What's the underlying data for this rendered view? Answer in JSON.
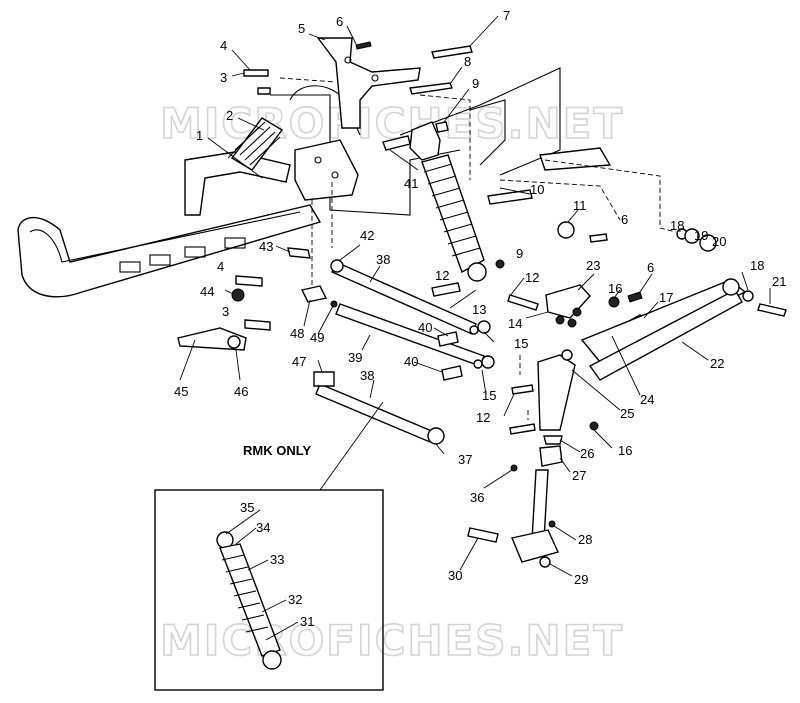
{
  "watermark": {
    "top": "MICROFICHES.NET",
    "bottom": "MICROFICHES.NET"
  },
  "inset": {
    "label": "RMK ONLY"
  },
  "callouts": [
    {
      "id": "c1",
      "text": "1"
    },
    {
      "id": "c2",
      "text": "2"
    },
    {
      "id": "c3a",
      "text": "3"
    },
    {
      "id": "c3b",
      "text": "3"
    },
    {
      "id": "c4a",
      "text": "4"
    },
    {
      "id": "c4b",
      "text": "4"
    },
    {
      "id": "c5",
      "text": "5"
    },
    {
      "id": "c6a",
      "text": "6"
    },
    {
      "id": "c6b",
      "text": "6"
    },
    {
      "id": "c6c",
      "text": "6"
    },
    {
      "id": "c7",
      "text": "7"
    },
    {
      "id": "c8",
      "text": "8"
    },
    {
      "id": "c9a",
      "text": "9"
    },
    {
      "id": "c9b",
      "text": "9"
    },
    {
      "id": "c10",
      "text": "10"
    },
    {
      "id": "c11",
      "text": "11"
    },
    {
      "id": "c12a",
      "text": "12"
    },
    {
      "id": "c12b",
      "text": "12"
    },
    {
      "id": "c12c",
      "text": "12"
    },
    {
      "id": "c13",
      "text": "13"
    },
    {
      "id": "c14",
      "text": "14"
    },
    {
      "id": "c15a",
      "text": "15"
    },
    {
      "id": "c15b",
      "text": "15"
    },
    {
      "id": "c16a",
      "text": "16"
    },
    {
      "id": "c16b",
      "text": "16"
    },
    {
      "id": "c17",
      "text": "17"
    },
    {
      "id": "c18a",
      "text": "18"
    },
    {
      "id": "c18b",
      "text": "18"
    },
    {
      "id": "c19",
      "text": "19"
    },
    {
      "id": "c20",
      "text": "20"
    },
    {
      "id": "c21",
      "text": "21"
    },
    {
      "id": "c22",
      "text": "22"
    },
    {
      "id": "c23",
      "text": "23"
    },
    {
      "id": "c24",
      "text": "24"
    },
    {
      "id": "c25",
      "text": "25"
    },
    {
      "id": "c26",
      "text": "26"
    },
    {
      "id": "c27",
      "text": "27"
    },
    {
      "id": "c28",
      "text": "28"
    },
    {
      "id": "c29",
      "text": "29"
    },
    {
      "id": "c30",
      "text": "30"
    },
    {
      "id": "c31",
      "text": "31"
    },
    {
      "id": "c32",
      "text": "32"
    },
    {
      "id": "c33",
      "text": "33"
    },
    {
      "id": "c34",
      "text": "34"
    },
    {
      "id": "c35",
      "text": "35"
    },
    {
      "id": "c36",
      "text": "36"
    },
    {
      "id": "c37",
      "text": "37"
    },
    {
      "id": "c38a",
      "text": "38"
    },
    {
      "id": "c38b",
      "text": "38"
    },
    {
      "id": "c39",
      "text": "39"
    },
    {
      "id": "c40a",
      "text": "40"
    },
    {
      "id": "c40b",
      "text": "40"
    },
    {
      "id": "c41",
      "text": "41"
    },
    {
      "id": "c42",
      "text": "42"
    },
    {
      "id": "c43",
      "text": "43"
    },
    {
      "id": "c44",
      "text": "44"
    },
    {
      "id": "c45",
      "text": "45"
    },
    {
      "id": "c46",
      "text": "46"
    },
    {
      "id": "c47",
      "text": "47"
    },
    {
      "id": "c48",
      "text": "48"
    },
    {
      "id": "c49",
      "text": "49"
    }
  ]
}
